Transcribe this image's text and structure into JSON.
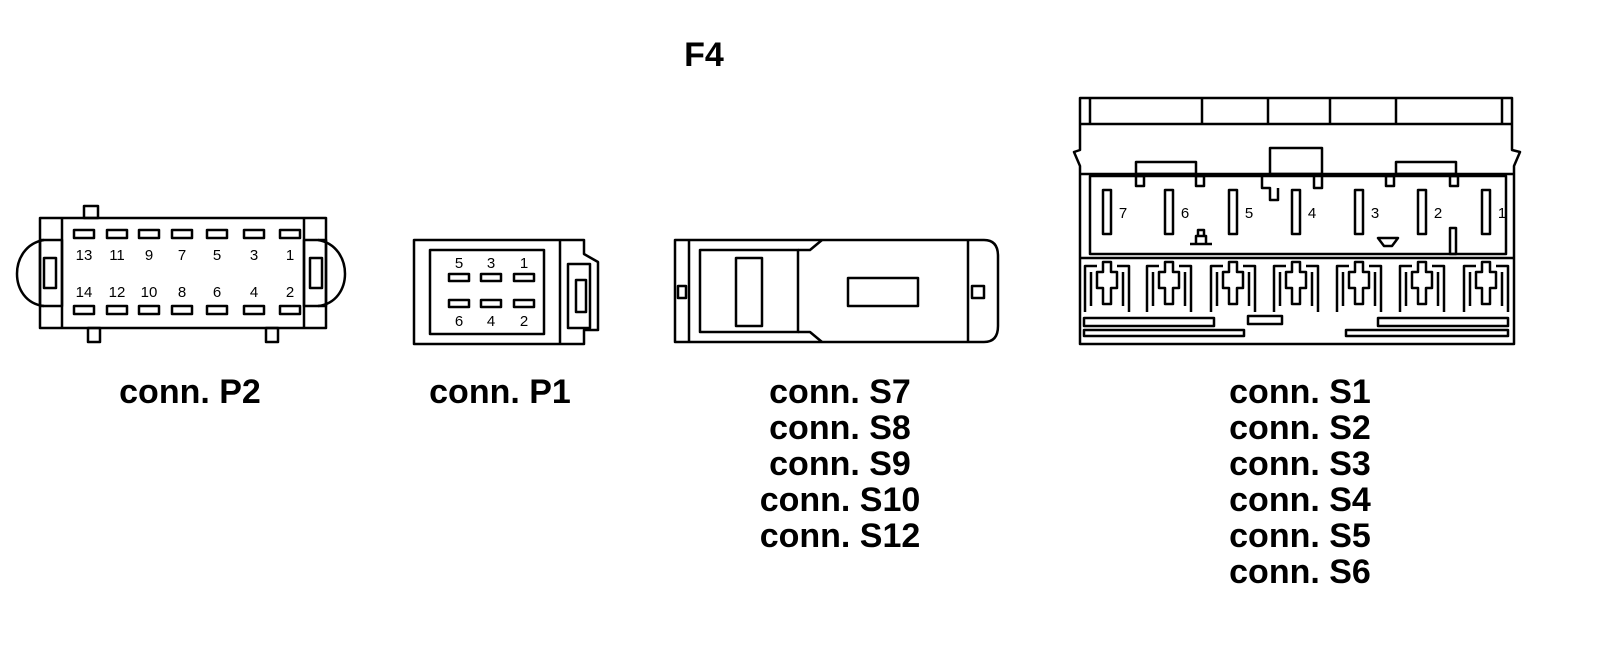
{
  "title": "F4",
  "connectors": {
    "p2": {
      "captions": [
        "conn. P2"
      ],
      "pins_top": [
        "13",
        "11",
        "9",
        "7",
        "5",
        "3",
        "1"
      ],
      "pins_bottom": [
        "14",
        "12",
        "10",
        "8",
        "6",
        "4",
        "2"
      ]
    },
    "p1": {
      "captions": [
        "conn. P1"
      ],
      "pins_top": [
        "5",
        "3",
        "1"
      ],
      "pins_bottom": [
        "6",
        "4",
        "2"
      ]
    },
    "s7": {
      "captions": [
        "conn. S7",
        "conn. S8",
        "conn. S9",
        "conn. S10",
        "conn. S12"
      ]
    },
    "s1": {
      "captions": [
        "conn. S1",
        "conn. S2",
        "conn. S3",
        "conn. S4",
        "conn. S5",
        "conn. S6"
      ],
      "pins": [
        "7",
        "6",
        "5",
        "4",
        "3",
        "2",
        "1"
      ]
    }
  }
}
